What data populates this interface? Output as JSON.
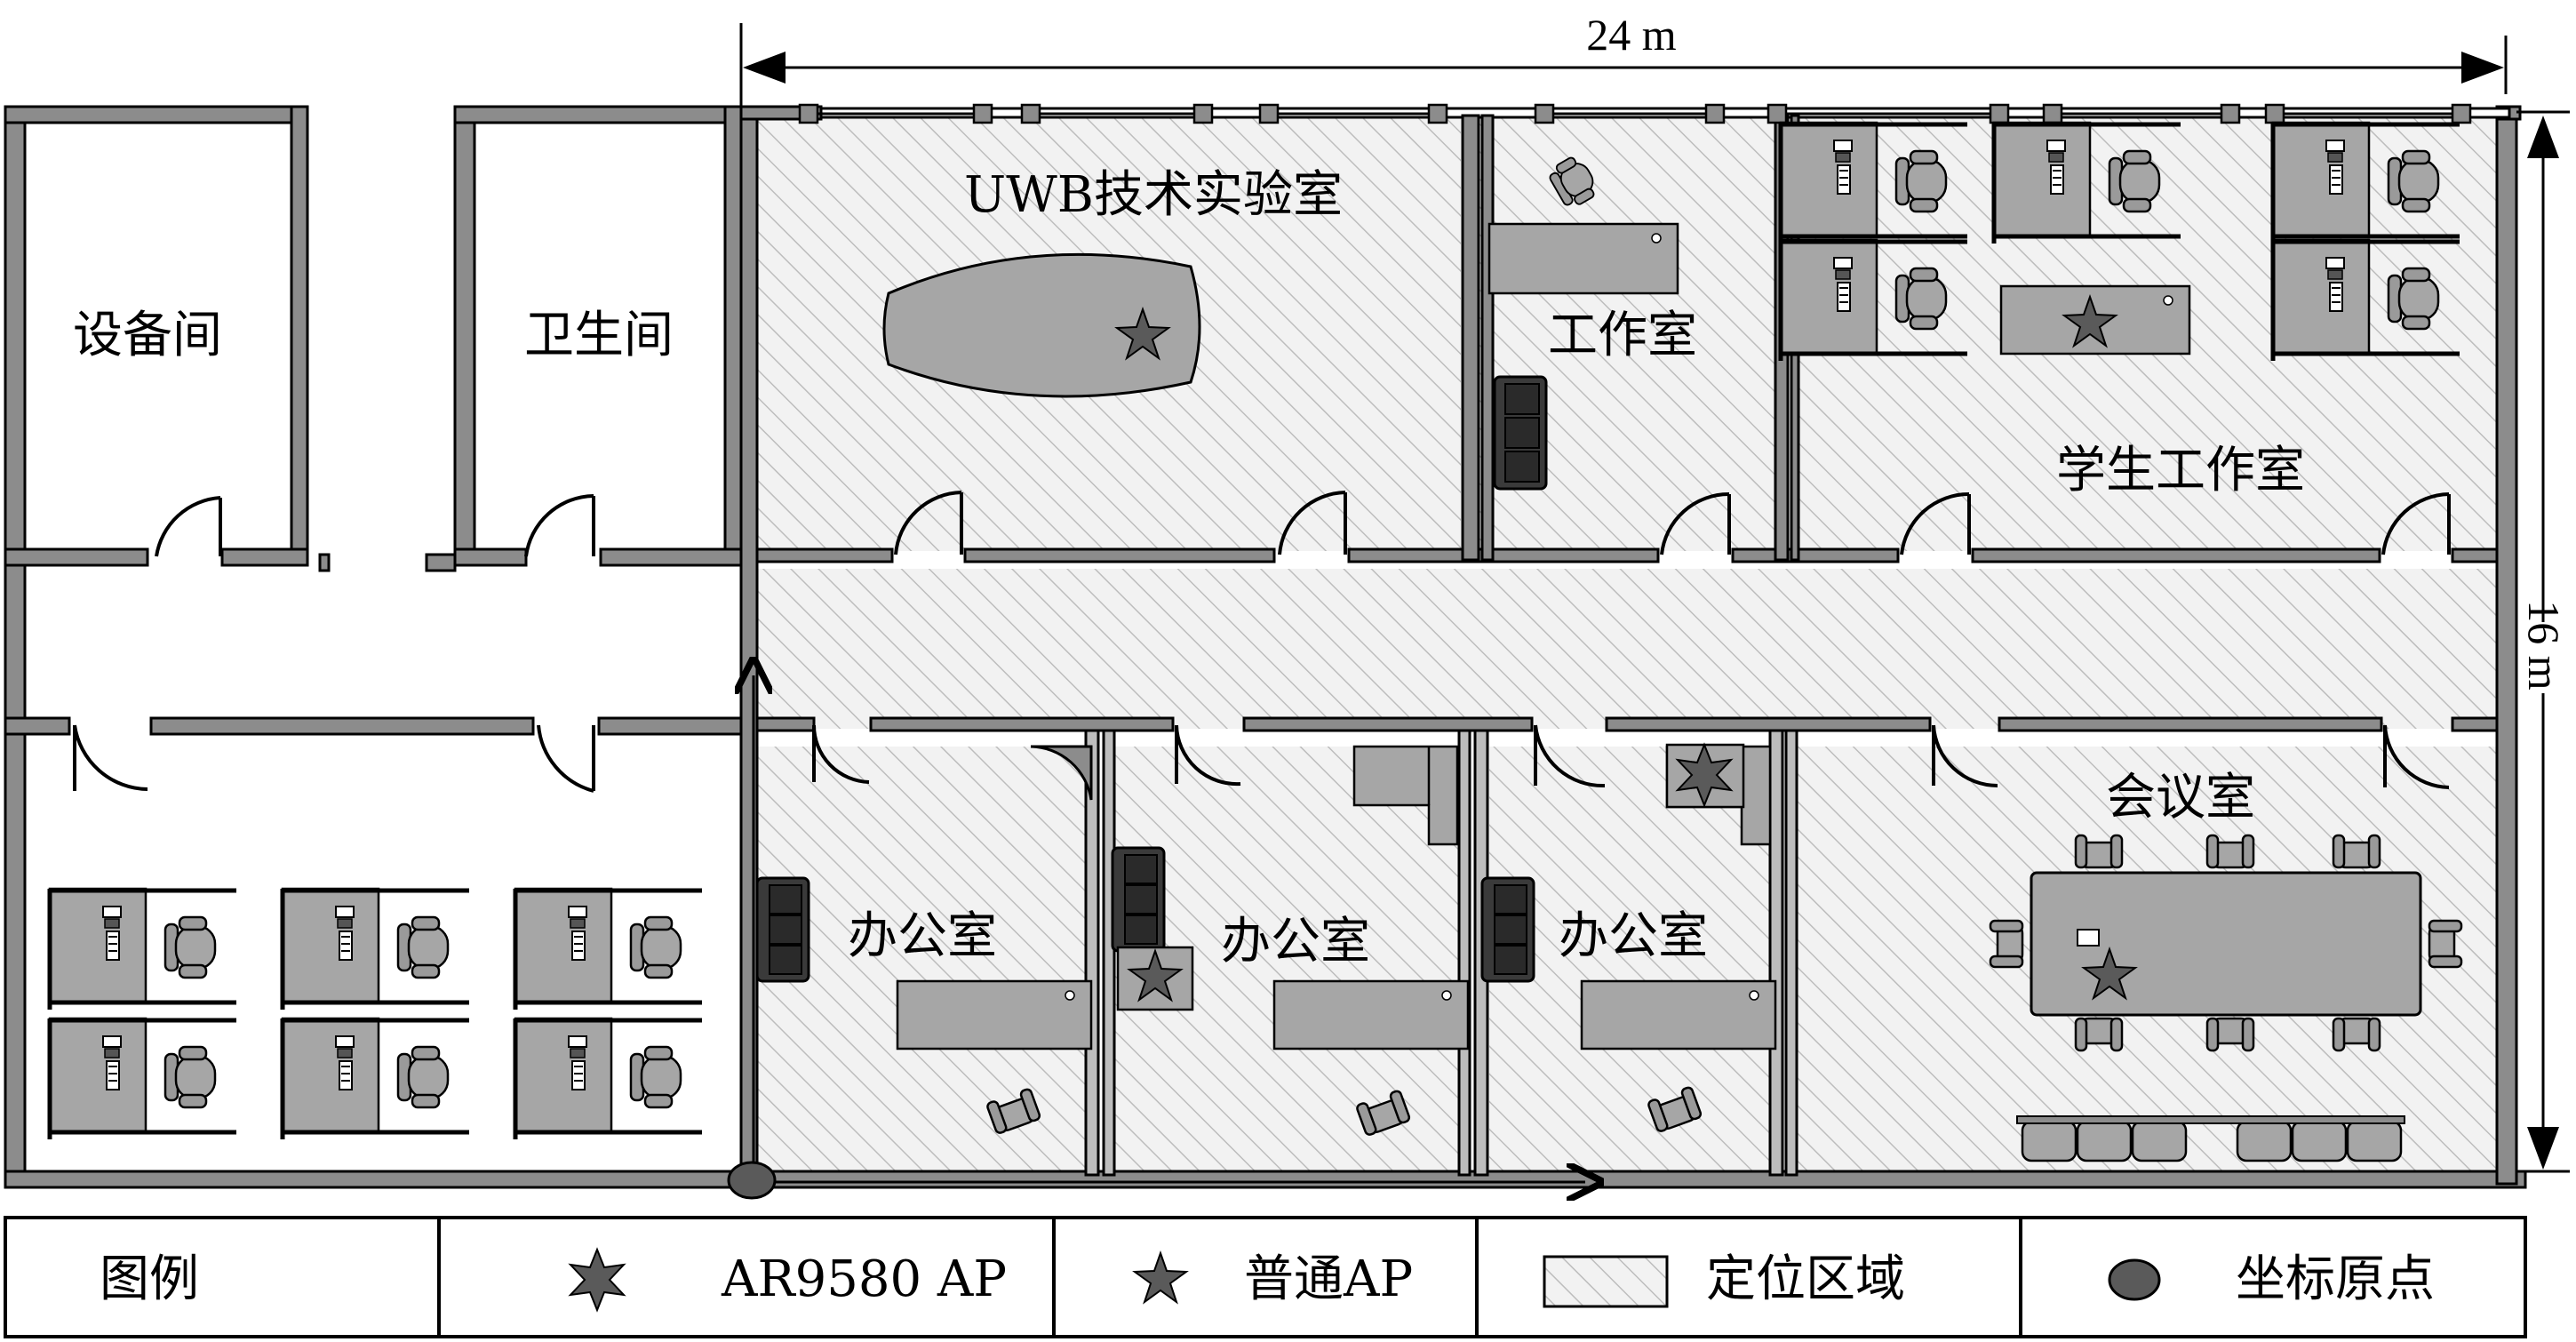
{
  "rooms": {
    "equipment": "设备间",
    "restroom": "卫生间",
    "uwb_lab": "UWB技术实验室",
    "workroom": "工作室",
    "student_workroom": "学生工作室",
    "office_1": "办公室",
    "office_2": "办公室",
    "office_3": "办公室",
    "meeting_room": "会议室"
  },
  "dimensions": {
    "width": "24 m",
    "height": "16 m"
  },
  "legend": {
    "title": "图例",
    "ar9580_ap": "AR9580  AP",
    "normal_ap": "普通AP",
    "positioning_area": "定位区域",
    "origin": "坐标原点"
  },
  "colors": {
    "wall": "#8c8c8c",
    "furniture": "#a6a6a6",
    "dark": "#303030",
    "hatch": "#c8c8c8",
    "star": "#5a5a5a"
  }
}
